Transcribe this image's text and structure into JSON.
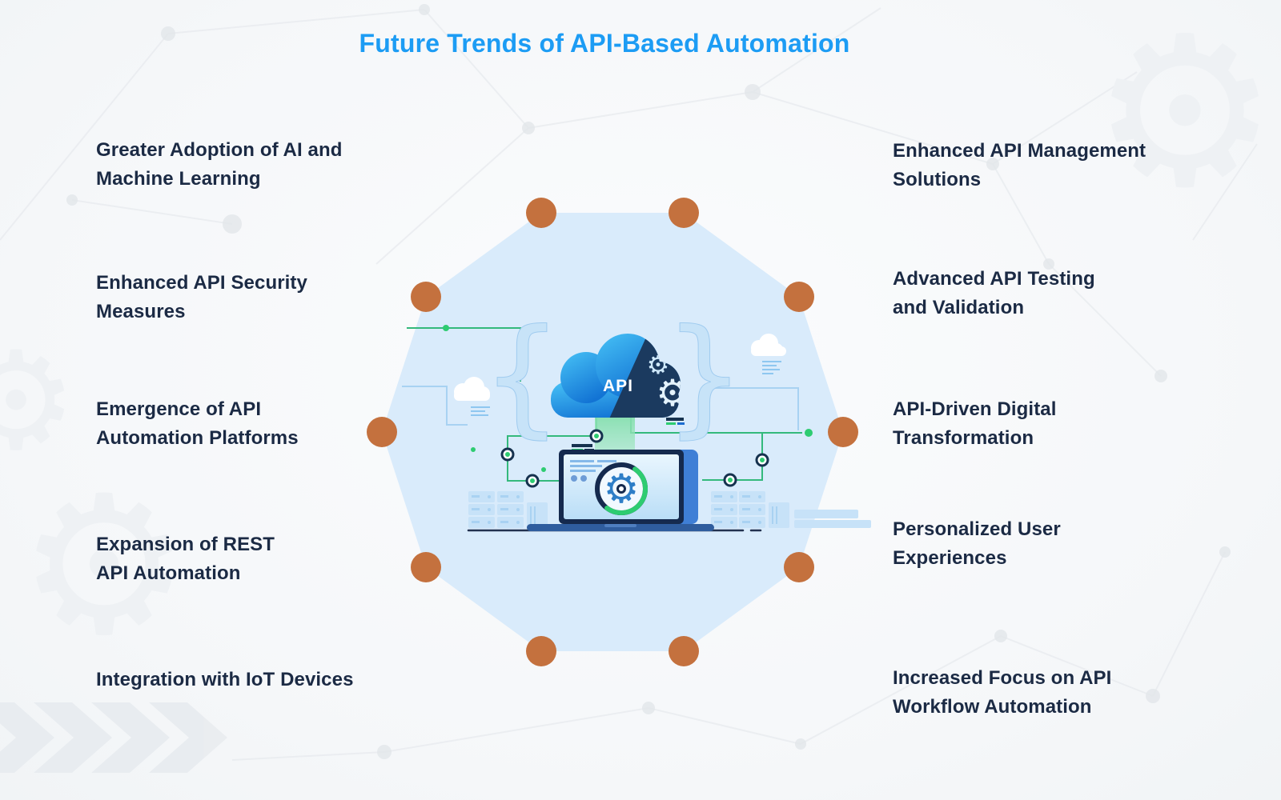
{
  "title": "Future Trends of API-Based Automation",
  "trends_left": [
    {
      "text": "Greater Adoption of AI and\nMachine Learning"
    },
    {
      "text": "Enhanced API Security\nMeasures"
    },
    {
      "text": "Emergence of API\nAutomation Platforms"
    },
    {
      "text": "Expansion of REST\nAPI Automation"
    },
    {
      "text": "Integration with IoT Devices"
    }
  ],
  "trends_right": [
    {
      "text": "Enhanced API Management\nSolutions"
    },
    {
      "text": "Advanced API Testing\nand Validation"
    },
    {
      "text": "API-Driven Digital\nTransformation"
    },
    {
      "text": "Personalized User\nExperiences"
    },
    {
      "text": "Increased Focus on API\nWorkflow Automation"
    }
  ],
  "center": {
    "cloud_label": "API"
  },
  "icons": [
    "cloud-icon",
    "gear-icon",
    "laptop-icon",
    "server-rack-icon",
    "left-brace-icon",
    "right-brace-icon",
    "circuit-lines",
    "small-cloud-icon"
  ],
  "colors": {
    "title": "#1C9CF4",
    "label_text": "#1B2A44",
    "vertex_dot": "#C4713E",
    "decagon_fill": "#D9EBFB",
    "circuit_green": "#2FB877",
    "cloud_blue": "#1273D4",
    "navy": "#152A4E"
  }
}
